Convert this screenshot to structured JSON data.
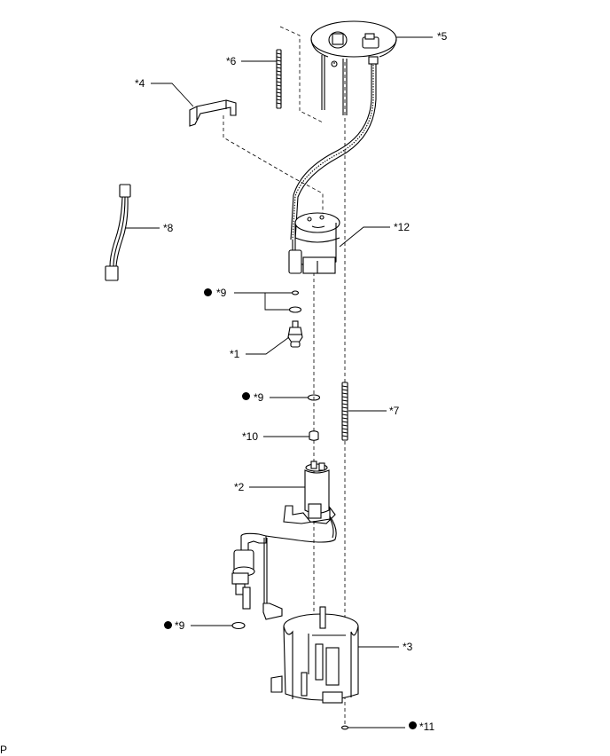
{
  "labels": {
    "p1": "*1",
    "p2": "*2",
    "p3": "*3",
    "p4": "*4",
    "p5": "*5",
    "p6": "*6",
    "p7": "*7",
    "p8": "*8",
    "p9a": "*9",
    "p9b": "*9",
    "p9c": "*9",
    "p10": "*10",
    "p11": "*11",
    "p12": "*12"
  },
  "footer": {
    "code": "P"
  }
}
